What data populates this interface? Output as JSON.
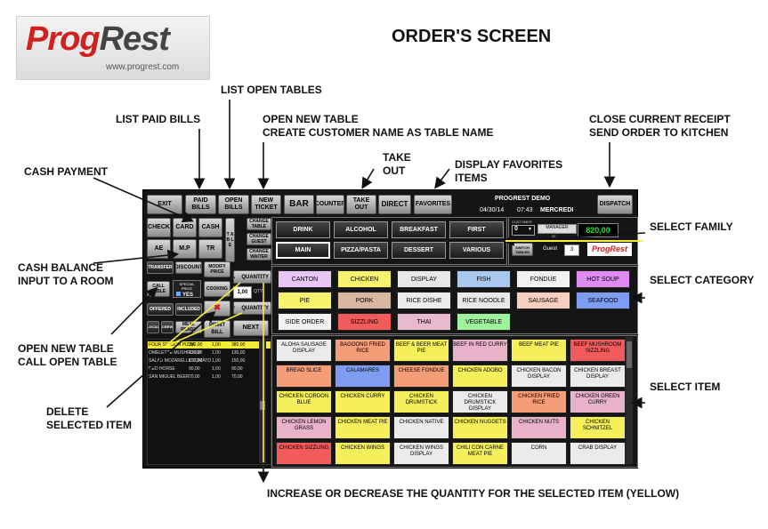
{
  "logo": {
    "brand_a": "Prog",
    "brand_b": "Rest",
    "url": "www.progrest.com"
  },
  "page_title": "ORDER'S SCREEN",
  "annotations": {
    "list_open_tables": "LIST OPEN TABLES",
    "list_paid_bills": "LIST PAID BILLS",
    "open_new_table": "OPEN NEW TABLE",
    "create_customer": "CREATE CUSTOMER NAME AS TABLE NAME",
    "close_receipt": "CLOSE CURRENT RECEIPT",
    "send_kitchen": "SEND ORDER TO KITCHEN",
    "take_out_1": "TAKE",
    "take_out_2": "OUT",
    "display_fav_1": "DISPLAY FAVORITES",
    "display_fav_2": "ITEMS",
    "cash_payment": "CASH PAYMENT",
    "select_family": "SELECT FAMILY",
    "cash_balance_1": "CASH BALANCE",
    "cash_balance_2": "INPUT TO A ROOM",
    "select_category": "SELECT CATEGORY",
    "open_table_call_1": "OPEN NEW TABLE",
    "open_table_call_2": "CALL OPEN TABLE",
    "select_item": "SELECT  ITEM",
    "delete_item_1": "DELETE",
    "delete_item_2": "SELECTED ITEM",
    "qty_note": "INCREASE OR DECREASE THE QUANTITY FOR THE SELECTED ITEM (YELLOW)"
  },
  "toolbar": {
    "exit": "EXIT",
    "paid_bills": "PAID BILLS",
    "open_bills": "OPEN BILLS",
    "new_ticket": "NEW TICKET",
    "bar": "BAR",
    "counter": "COUNTER",
    "take_out": "TAKE OUT",
    "direct": "DIRECT",
    "favorites": "FAVORITES",
    "dispatch": "DISPATCH"
  },
  "header": {
    "app": "PROGREST DEMO",
    "date": "04/30/14",
    "time": "07:43",
    "day": "MERCREDI"
  },
  "payment": {
    "check": "CHECK",
    "card": "CARD",
    "cash": "CASH",
    "ae": "AE",
    "mp": "M.P",
    "tr": "TR",
    "vert": "T A B L E",
    "transfer": "TRANSFER",
    "discount": "DISCOUNT",
    "modify_price": "MODIFY PRICE",
    "call_table": "CALL TABLE",
    "special_price": "SPECIAL PRICE",
    "yes": "YES",
    "cooking": "COOKING",
    "offered": "OFFERED",
    "included": "INCLUDED",
    "local": "LOCAL",
    "crew": "CREW",
    "meal_ready": "MEAL READY",
    "print_bill": "PRINT BILL",
    "next": "NEXT",
    "change_table": "CHANGE TABLE",
    "change_guest": "CHANGE GUEST",
    "change_waiter": "CHANGE WAITER",
    "quantity_up": "QUANTITY",
    "quantity_down": "QUANTITY",
    "qty_value": "1,00",
    "qty_label": "QTY"
  },
  "customer": {
    "label": "CUSTOMER",
    "value": "0",
    "manager": "MANAGER",
    "total": "820,00",
    "small_num": "32",
    "switch_tables": "SWITCH TABLES",
    "guest_label": "Guest",
    "guest_value": "3",
    "logo": "ProgRest"
  },
  "order_rows": [
    {
      "name": "FOUR SEASON PIZZA",
      "q": "380,00",
      "u": "1,00",
      "t": "380,00",
      "selected": true
    },
    {
      "name": "OMELETTE MUSHROOM",
      "q": "130,00",
      "u": "1,00",
      "t": "130,00",
      "selected": false
    },
    {
      "name": "SALAD MOZARELLE TOMATO",
      "q": "150,00",
      "u": "1,00",
      "t": "150,00",
      "selected": false
    },
    {
      "name": "RED HORSE",
      "q": "90,00",
      "u": "1,00",
      "t": "90,00",
      "selected": false
    },
    {
      "name": "SAN MIGUEL BEER",
      "q": "70,00",
      "u": "1,00",
      "t": "70,00",
      "selected": false
    }
  ],
  "families": [
    {
      "label": "DRINK",
      "selected": false
    },
    {
      "label": "ALCOHOL",
      "selected": false
    },
    {
      "label": "BREAKFAST",
      "selected": false
    },
    {
      "label": "FIRST",
      "selected": false
    },
    {
      "label": "MAIN",
      "selected": true
    },
    {
      "label": "PIZZA/PASTA",
      "selected": false
    },
    {
      "label": "DESSERT",
      "selected": false
    },
    {
      "label": "VARIOUS",
      "selected": false
    }
  ],
  "categories": [
    {
      "label": "CANTON",
      "color": "#e7c6f7"
    },
    {
      "label": "CHICKEN",
      "color": "#f7f36f"
    },
    {
      "label": "DISPLAY",
      "color": "#e8e8e8"
    },
    {
      "label": "FISH",
      "color": "#a9c8ef"
    },
    {
      "label": "FONDUE",
      "color": "#f2f2f2"
    },
    {
      "label": "HOT SOUP",
      "color": "#df8cf2"
    },
    {
      "label": "PIE",
      "color": "#f7f36f"
    },
    {
      "label": "PORK",
      "color": "#d8b8a1"
    },
    {
      "label": "RICE DISHE",
      "color": "#ececec"
    },
    {
      "label": "RICE NOODLE",
      "color": "#e9e9e9"
    },
    {
      "label": "SAUSAGE",
      "color": "#f7d0c2"
    },
    {
      "label": "SEAFOOD",
      "color": "#7e9df2"
    },
    {
      "label": "SIDE ORDER",
      "color": "#f1f1f1"
    },
    {
      "label": "SIZZLING",
      "color": "#f25b5b"
    },
    {
      "label": "THAI",
      "color": "#e8b9cf"
    },
    {
      "label": "VEGETABLE",
      "color": "#9ef29c"
    }
  ],
  "items": [
    {
      "label": "ALOHA SAUSAGE DISPLAY",
      "color": "#ebebeb"
    },
    {
      "label": "BAGOONG FRIED RICE",
      "color": "#f59c79"
    },
    {
      "label": "BEEF & BEER MEAT PIE",
      "color": "#f4ef5a"
    },
    {
      "label": "BEEF IN RED CURRY",
      "color": "#e8b2c9"
    },
    {
      "label": "BEEF MEAT PIE",
      "color": "#f4ef5a"
    },
    {
      "label": "BEEF MUSHROOM SIZZLING",
      "color": "#f25b5b"
    },
    {
      "label": "BREAD SLICE",
      "color": "#f59c79"
    },
    {
      "label": "CALAMARES",
      "color": "#7e9df2"
    },
    {
      "label": "CHEESE FONDUE",
      "color": "#f59c79"
    },
    {
      "label": "CHICKEN ADOBO",
      "color": "#f4ef5a"
    },
    {
      "label": "CHICKEN BACON DISPLAY",
      "color": "#ebebeb"
    },
    {
      "label": "CHICKEN BREAST DISPLAY",
      "color": "#ebebeb"
    },
    {
      "label": "CHICKEN CORDON BLUE",
      "color": "#f4ef5a"
    },
    {
      "label": "CHICKEN CURRY",
      "color": "#f4ef5a"
    },
    {
      "label": "CHICKEN DRUMSTICK",
      "color": "#f4ef5a"
    },
    {
      "label": "CHICKEN DRUMSTICK DISPLAY",
      "color": "#ebebeb"
    },
    {
      "label": "CHICKEN FRIED RICE",
      "color": "#f59c79"
    },
    {
      "label": "CHICKEN GREEN CURRY",
      "color": "#e8b2c9"
    },
    {
      "label": "CHICKEN LEMON GRASS",
      "color": "#e8b2c9"
    },
    {
      "label": "CHICKEN MEAT PIE",
      "color": "#f4ef5a"
    },
    {
      "label": "CHICKEN NATIVE",
      "color": "#ebebeb"
    },
    {
      "label": "CHICKEN NUGGETS",
      "color": "#f4ef5a"
    },
    {
      "label": "CHICKEN NUTS",
      "color": "#e8b2c9"
    },
    {
      "label": "CHICKEN SCHNITZEL",
      "color": "#f4ef5a"
    },
    {
      "label": "CHICKEN SIZZLING",
      "color": "#f25b5b"
    },
    {
      "label": "CHICKEN WINGS",
      "color": "#f4ef5a"
    },
    {
      "label": "CHICKEN WINGS DISPLAY",
      "color": "#ebebeb"
    },
    {
      "label": "CHILI CON CARNE MEAT PIE",
      "color": "#f4ef5a"
    },
    {
      "label": "CORN",
      "color": "#ebebeb"
    },
    {
      "label": "CRAB DISPLAY",
      "color": "#ebebeb"
    }
  ]
}
